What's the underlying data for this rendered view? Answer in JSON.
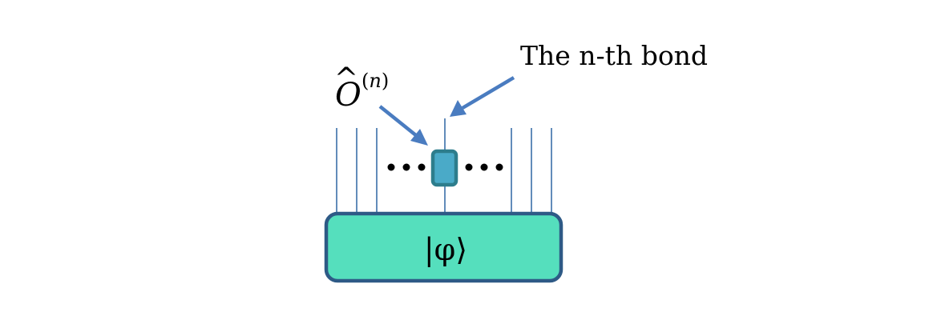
{
  "diagram": {
    "bond_label": "The n-th bond",
    "operator": {
      "symbol": "O",
      "hat": "^",
      "superscript_open": "(",
      "superscript_index": "n",
      "superscript_close": ")"
    },
    "state_label": "|φ⟩",
    "ellipsis": "•••",
    "colors": {
      "state_fill": "#55dfbd",
      "state_stroke": "#2e5a86",
      "operator_fill": "#4aaac8",
      "operator_stroke": "#2d7d8c",
      "arrow": "#4a7cc0",
      "bond_line": "#3a6fa8"
    }
  }
}
